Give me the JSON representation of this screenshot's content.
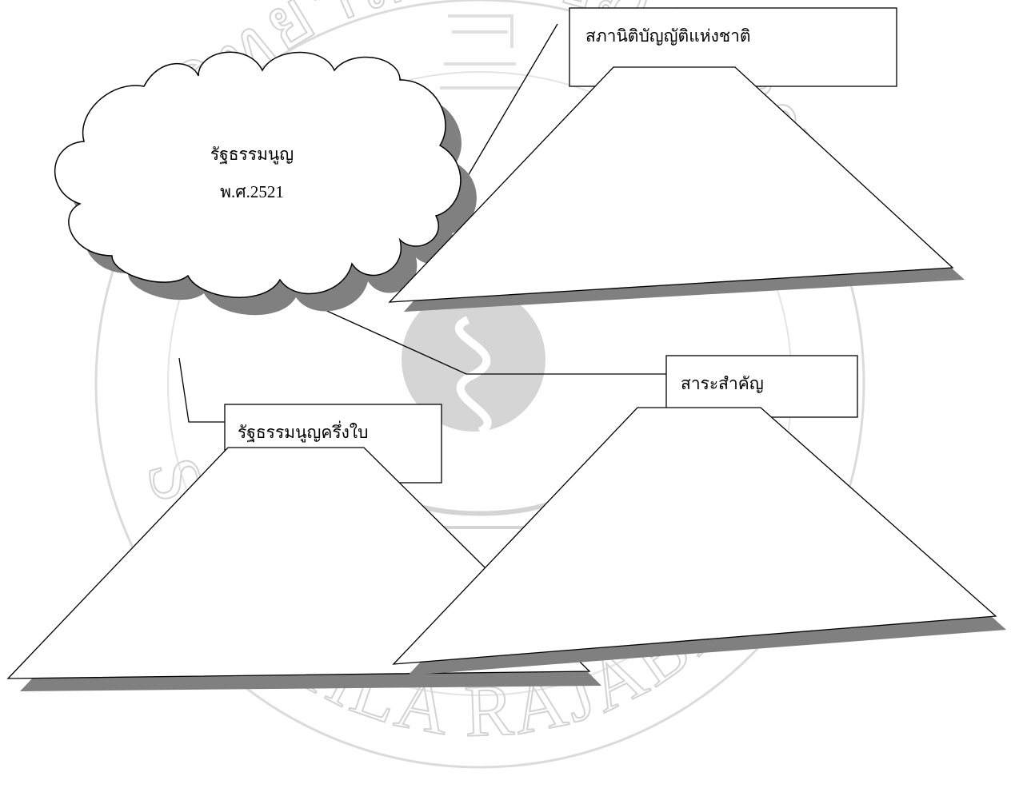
{
  "diagram": {
    "cloud": {
      "line1": "รัฐธรรมนูญ",
      "line2": "พ.ศ.2521"
    },
    "boxes": {
      "legislature": "สภานิติบัญญัติแห่งชาติ",
      "half_page": "รัฐธรรมนูญครึ่งใบ",
      "essence": "สาระสำคัญ"
    }
  },
  "watermark": {
    "text_top": "มหาวิทยาลัยราชภัฏสงขลา",
    "text_bottom": "SONGKHLA RAJABHAT UNIVERSITY",
    "color": "#cfcfcf"
  },
  "colors": {
    "stroke": "#000000",
    "shadow": "#808080",
    "fill": "#ffffff"
  }
}
